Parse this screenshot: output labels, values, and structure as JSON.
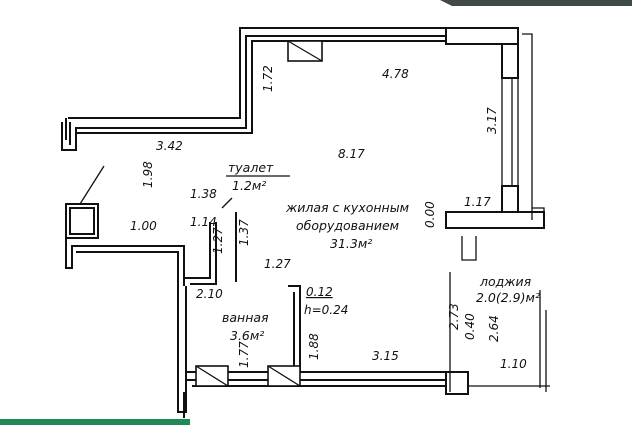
{
  "colors": {
    "line": "#111111",
    "background": "#ffffff",
    "corner_accent": "#3f4a44",
    "bottom_accent": "#1f8a55"
  },
  "rooms": {
    "toilet": {
      "name": "туалет",
      "area": "1.2м²"
    },
    "living": {
      "name_line1": "жилая с кухонным",
      "name_line2": "оборудованием",
      "area": "31.3м²"
    },
    "bathroom": {
      "name": "ванная",
      "area": "3.6м²"
    },
    "loggia": {
      "name": "лоджия",
      "area": "2.0(2.9)м²"
    }
  },
  "dimensions": {
    "top_right": "4.78",
    "left_upper_vertical": "1.72",
    "left_upper": "3.42",
    "center": "8.17",
    "right_vertical": "3.17",
    "right_stub": "1.17",
    "right_zero": "0.00",
    "left_vertical": "1.98",
    "toilet_width": "1.38",
    "toilet_corner": "1.14",
    "left_stub": "1.00",
    "toilet_wall_a": "1.27",
    "toilet_wall_b": "1.37",
    "toilet_bottom": "1.27",
    "bath_left": "2.10",
    "shaft": "0.12",
    "height_note": "h=0.24",
    "bath_right": "1.88",
    "bath_bottom": "1.77",
    "bottom_wall": "3.15",
    "loggia_left": "2.73",
    "loggia_small": "0.40",
    "loggia_right": "2.64",
    "loggia_bottom": "1.10"
  }
}
